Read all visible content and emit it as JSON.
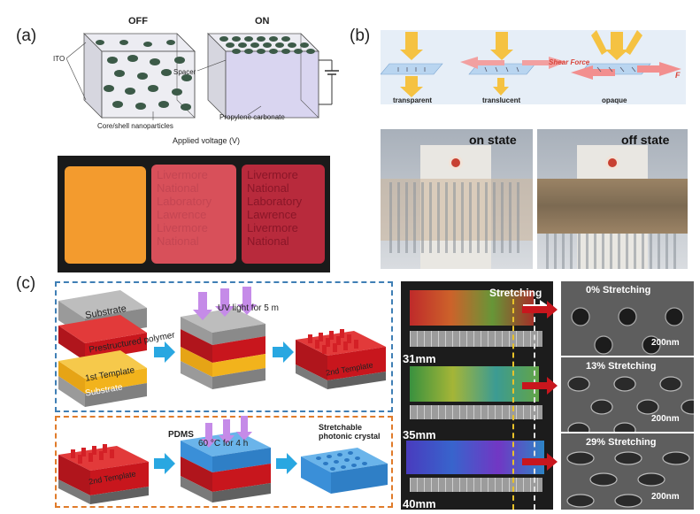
{
  "panel_a": {
    "label": "(a)",
    "off_label": "OFF",
    "on_label": "ON",
    "ito_label": "ITO",
    "spacer_label": "Spacer",
    "core_shell_label": "Core/shell nanoparticles",
    "propylene_label": "Propylene carbonate",
    "applied_voltage_label": "Applied voltage (V)",
    "photo_lines": [
      "Livermore",
      "National",
      "Laboratory",
      "Lawrence",
      "Livermore",
      "National"
    ]
  },
  "panel_b": {
    "label": "(b)",
    "transparent_label": "transparent",
    "translucent_label": "translucent",
    "opaque_label": "opaque",
    "shear_force_label": "Shear Force",
    "force_label": "F",
    "on_state_label": "on state",
    "off_state_label": "off state"
  },
  "panel_c": {
    "label": "(c)",
    "substrate_top_label": "Substrate",
    "prestructured_label": "Prestructured polymer",
    "first_template_label": "1st Template",
    "substrate_bottom_label": "Substrate",
    "uv_label": "UV light for 5 m",
    "second_template_label_1": "2nd Template",
    "second_template_label_2": "2nd Template",
    "pdms_label": "PDMS",
    "heat_label": "60 °C for 4 h",
    "stretchable_label": "Stretchable photonic crystal",
    "stretching_label": "Stretching",
    "mm_31": "31mm",
    "mm_35": "35mm",
    "mm_40": "40mm",
    "sem": [
      {
        "title": "0% Stretching",
        "scale": "200nm"
      },
      {
        "title": "13% Stretching",
        "scale": "200nm"
      },
      {
        "title": "29% Stretching",
        "scale": "200nm"
      }
    ]
  },
  "colors": {
    "red_block": "#c8161d",
    "yellow_template": "#f2b31c",
    "grey_substrate": "#9a9a9a",
    "blue_pdms": "#3a8fd8",
    "blue_arrow": "#29a7e1",
    "dashed_blue": "#3f7fb5",
    "dashed_orange": "#e07b2a",
    "uv_purple": "#c58be8"
  }
}
